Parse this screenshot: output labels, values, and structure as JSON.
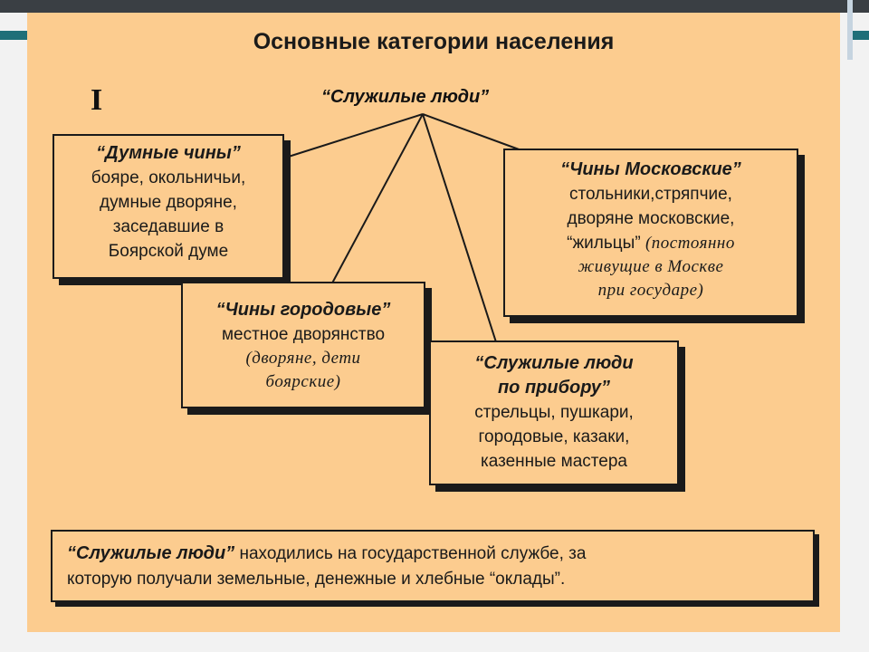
{
  "slide": {
    "title": "Основные категории населения",
    "numeral": "I",
    "root": "“Служилые люди”"
  },
  "boxes": {
    "dumnye": {
      "heading": "“Думные чины”",
      "lines": [
        "бояре, окольничьи,",
        "думные дворяне,",
        "заседавшие в",
        "Боярской думе"
      ]
    },
    "moskovskie": {
      "heading": "“Чины Московские”",
      "lines": [
        "стольники,стряпчие,",
        "дворяне московские,"
      ],
      "zhiltsy": "“жильцы”",
      "note_inline": "(постоянно",
      "note_lines": [
        "живущие в Москве",
        "при государе)"
      ]
    },
    "gorodovye": {
      "heading": "“Чины городовые”",
      "lines": [
        "местное дворянство"
      ],
      "note_lines": [
        "(дворяне, дети",
        "боярские)"
      ]
    },
    "pribor": {
      "heading_lines": [
        "“Служилые люди",
        "по прибору”"
      ],
      "lines": [
        "стрельцы, пушкари,",
        "городовые, казаки,",
        "казенные мастера"
      ]
    }
  },
  "note": {
    "emphasis": "“Служилые люди”",
    "line1_rest": " находились на государственной службе, за",
    "line2": "которую получали земельные, денежные и хлебные “оклады”."
  }
}
